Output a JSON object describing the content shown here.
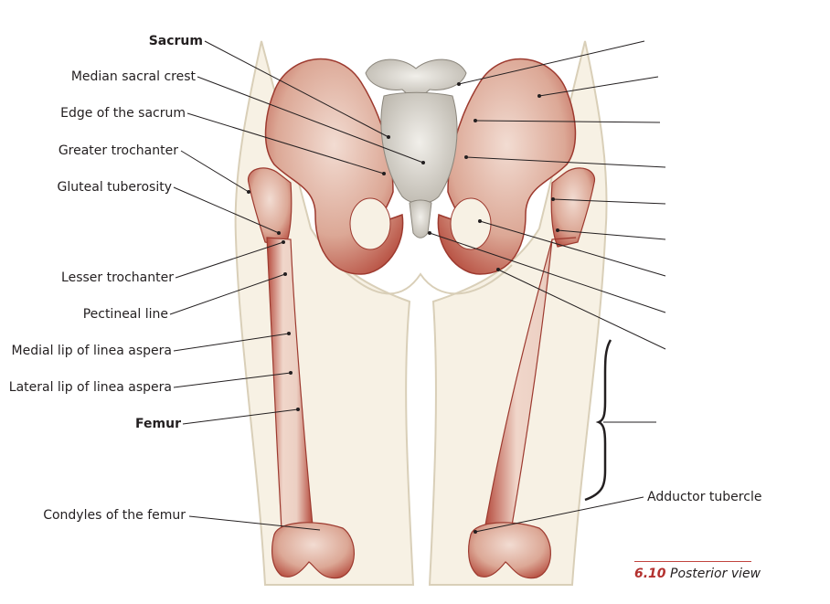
{
  "labels_left": [
    {
      "id": "sacrum",
      "text": "Sacrum",
      "bold": true
    },
    {
      "id": "median-sacral-crest",
      "text": "Median sacral crest",
      "bold": false
    },
    {
      "id": "edge-of-sacrum",
      "text": "Edge of the sacrum",
      "bold": false
    },
    {
      "id": "greater-trochanter",
      "text": "Greater trochanter",
      "bold": false
    },
    {
      "id": "gluteal-tuberosity",
      "text": "Gluteal tuberosity",
      "bold": false
    },
    {
      "id": "lesser-trochanter",
      "text": "Lesser trochanter",
      "bold": false
    },
    {
      "id": "pectineal-line",
      "text": "Pectineal line",
      "bold": false
    },
    {
      "id": "medial-lip",
      "text": "Medial lip of linea aspera",
      "bold": false
    },
    {
      "id": "lateral-lip",
      "text": "Lateral lip of linea aspera",
      "bold": false
    },
    {
      "id": "femur",
      "text": "Femur",
      "bold": true
    },
    {
      "id": "condyles",
      "text": "Condyles of the femur",
      "bold": false
    }
  ],
  "labels_right": [
    {
      "id": "adductor-tubercle",
      "text": "Adductor tubercle",
      "bold": false
    }
  ],
  "caption": {
    "number": "6.10",
    "text": " Posterior view"
  },
  "colors": {
    "bone": "#e8c7bb",
    "bone_shade": "#b4483a",
    "sacrum": "#e6e3dc",
    "skin": "#f7f1e4",
    "skin_line": "#d9cfb8",
    "leader": "#231f20",
    "accent": "#b3312f"
  }
}
